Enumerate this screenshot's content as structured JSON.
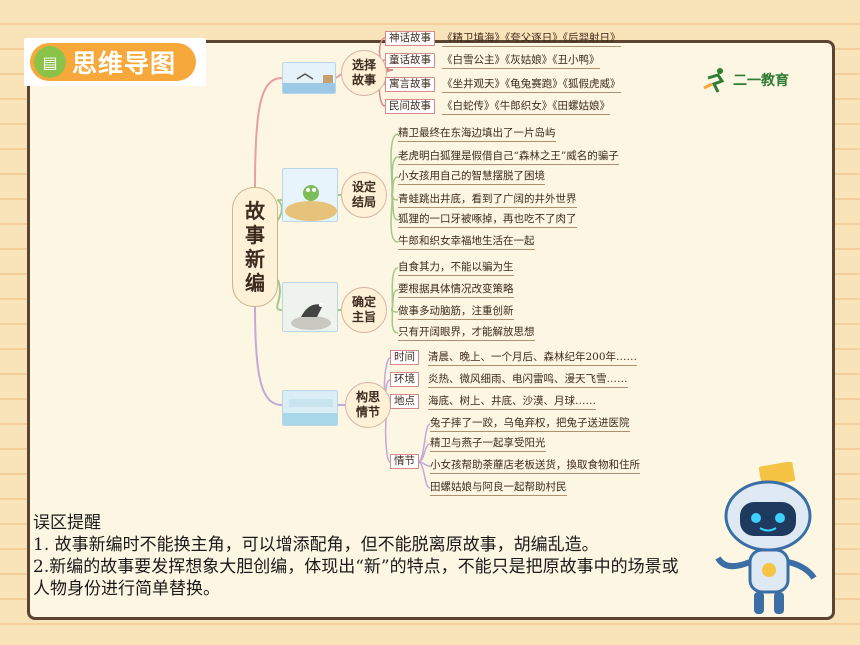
{
  "logo": {
    "text": "思维导图",
    "icon": "book-icon"
  },
  "brand": {
    "text": "二一教育"
  },
  "map": {
    "center": [
      "故",
      "事",
      "新",
      "编"
    ],
    "branches": [
      {
        "title": [
          "选择",
          "故事"
        ],
        "tags": [
          {
            "label": "神话故事",
            "text": "《精卫填海》《夸父逐日》《后羿射日》"
          },
          {
            "label": "童话故事",
            "text": "《白雪公主》《灰姑娘》《丑小鸭》"
          },
          {
            "label": "寓言故事",
            "text": "《坐井观天》《龟兔赛跑》《狐假虎威》"
          },
          {
            "label": "民间故事",
            "text": "《白蛇传》《牛郎织女》《田螺姑娘》"
          }
        ]
      },
      {
        "title": [
          "设定",
          "结局"
        ],
        "items": [
          "精卫最终在东海边填出了一片岛屿",
          "老虎明白狐狸是假借自己“森林之王”威名的骗子",
          "小女孩用自己的智慧摆脱了困境",
          "青蛙跳出井底，看到了广阔的井外世界",
          "狐狸的一口牙被啄掉，再也吃不了肉了",
          "牛郎和织女幸福地生活在一起"
        ]
      },
      {
        "title": [
          "确定",
          "主旨"
        ],
        "items": [
          "自食其力，不能以骗为生",
          "要根据具体情况改变策略",
          "做事多动脑筋，注重创新",
          "只有开阔眼界，才能解放思想"
        ]
      },
      {
        "title": [
          "构思",
          "情节"
        ],
        "tags": [
          {
            "label": "时间",
            "text": "清晨、晚上、一个月后、森林纪年200年……"
          },
          {
            "label": "环境",
            "text": "炎热、微风细雨、电闪雷鸣、漫天飞雪……"
          },
          {
            "label": "地点",
            "text": "海底、树上、井底、沙漠、月球……"
          }
        ],
        "plot_label": "情节",
        "plot_items": [
          "兔子摔了一跤，乌龟弃权，把兔子送进医院",
          "精卫与燕子一起享受阳光",
          "小女孩帮助荼蘼店老板送货，換取食物和住所",
          "田螺姑娘与阿良一起帮助村民"
        ]
      }
    ]
  },
  "note": {
    "title": "误区提醒",
    "lines": [
      "1. 故事新编时不能换主角，可以增添配角，但不能脱离原故事，胡编乱造。",
      "2.新编的故事要发挥想象大胆创编，体现出“新”的特点，不能只是把原故事中的场景或人物身份进行简单替换。"
    ]
  },
  "colors": {
    "accent": "#f7a83a",
    "board": "#fdf6e3",
    "frame": "#5b4432",
    "logo_green": "#8bc34a"
  }
}
